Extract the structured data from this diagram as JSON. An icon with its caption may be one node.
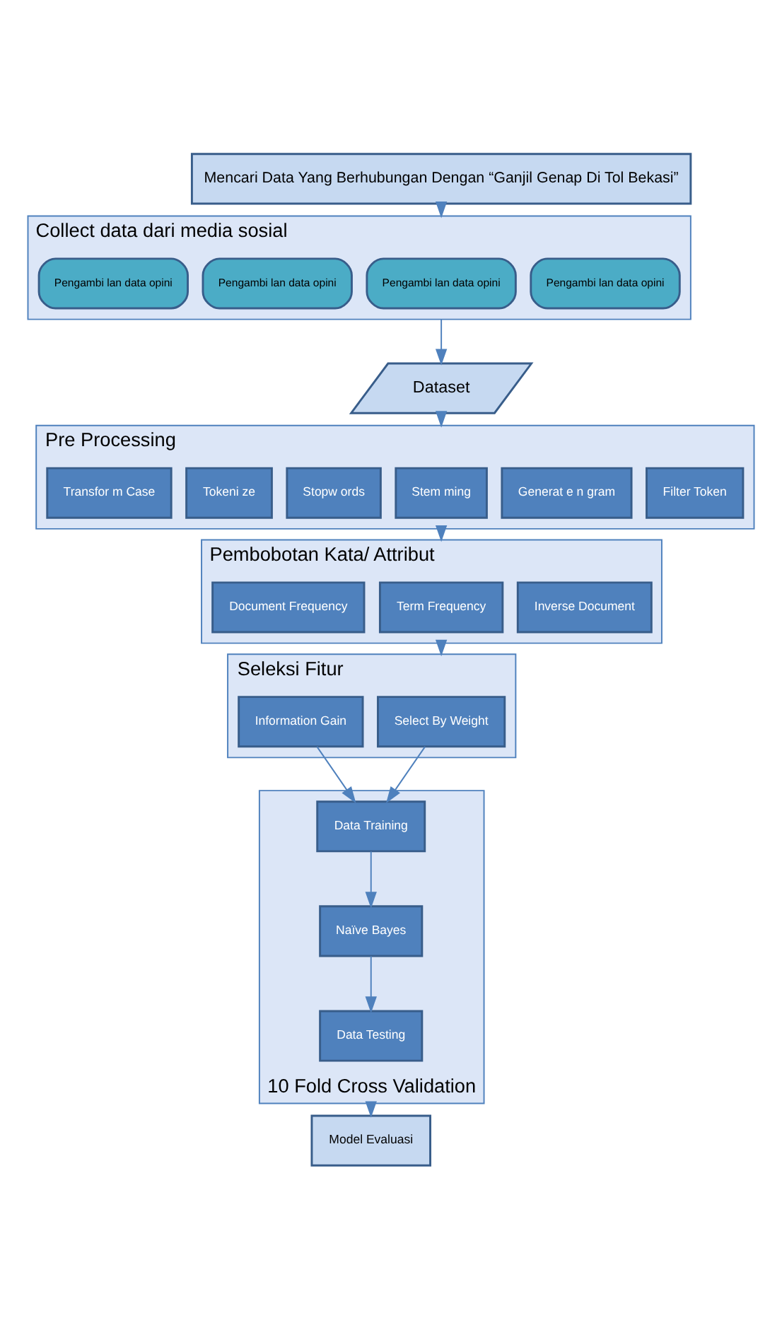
{
  "diagram": {
    "nodes": [
      {
        "text": [
          "Mencari Data Yang Berhubungan Dengan “Ganjil Genap Di Tol Bekasi”"
        ]
      },
      {
        "text": [
          "Collect data dari media sosial"
        ]
      },
      {
        "text": [
          "Pengambi lan data opini"
        ],
        "in": 1
      },
      {
        "text": [
          "Pengambi lan data opini"
        ],
        "in": 1
      },
      {
        "text": [
          "Pengambi lan data opini"
        ],
        "in": 1
      },
      {
        "text": [
          "Pengambi lan data opini"
        ],
        "in": 1
      },
      {
        "text": [
          "Dataset"
        ]
      },
      {
        "text": [
          "Pre Processing"
        ]
      },
      {
        "text": [
          "Transfor m Case"
        ],
        "in": 7
      },
      {
        "text": [
          "Tokeni ze"
        ],
        "in": 7
      },
      {
        "text": [
          "Stopw ords"
        ],
        "in": 7
      },
      {
        "text": [
          "Stem ming"
        ],
        "in": 7
      },
      {
        "text": [
          "Generat e n gram"
        ],
        "in": 7
      },
      {
        "text": [
          "Filter Token"
        ],
        "in": 7
      },
      {
        "text": [
          "Pembobotan Kata/ Attribut"
        ]
      },
      {
        "text": [
          "Document Frequency"
        ],
        "in": 14
      },
      {
        "text": [
          "Term Frequency"
        ],
        "in": 14
      },
      {
        "text": [
          "Inverse Document"
        ],
        "in": 14
      },
      {
        "text": [
          "Seleksi Fitur"
        ]
      },
      {
        "text": [
          "Information Gain"
        ],
        "in": 18
      },
      {
        "text": [
          "Select By Weight"
        ],
        "in": 18
      },
      {
        "text": [
          "10 Fold Cross Validation"
        ]
      },
      {
        "text": [
          "Data Training"
        ],
        "in": 21
      },
      {
        "text": [
          "Naïve Bayes"
        ],
        "in": 21
      },
      {
        "text": [
          "Data Testing"
        ],
        "in": 21
      },
      {
        "text": [
          "Model Evaluasi"
        ]
      }
    ],
    "edges": [
      {
        "from": 0,
        "to": 1,
        "arrow": "to"
      },
      {
        "from": 1,
        "to": 6,
        "arrow": "to"
      },
      {
        "from": 6,
        "to": 7,
        "arrow": "to"
      },
      {
        "from": 7,
        "to": 14,
        "arrow": "to"
      },
      {
        "from": 14,
        "to": 18,
        "arrow": "to"
      },
      {
        "from": 19,
        "to": 22,
        "arrow": "to"
      },
      {
        "from": 20,
        "to": 22,
        "arrow": "to"
      },
      {
        "from": 22,
        "to": 23,
        "arrow": "to"
      },
      {
        "from": 23,
        "to": 24,
        "arrow": "to"
      },
      {
        "from": 21,
        "to": 25,
        "arrow": "to"
      }
    ]
  }
}
